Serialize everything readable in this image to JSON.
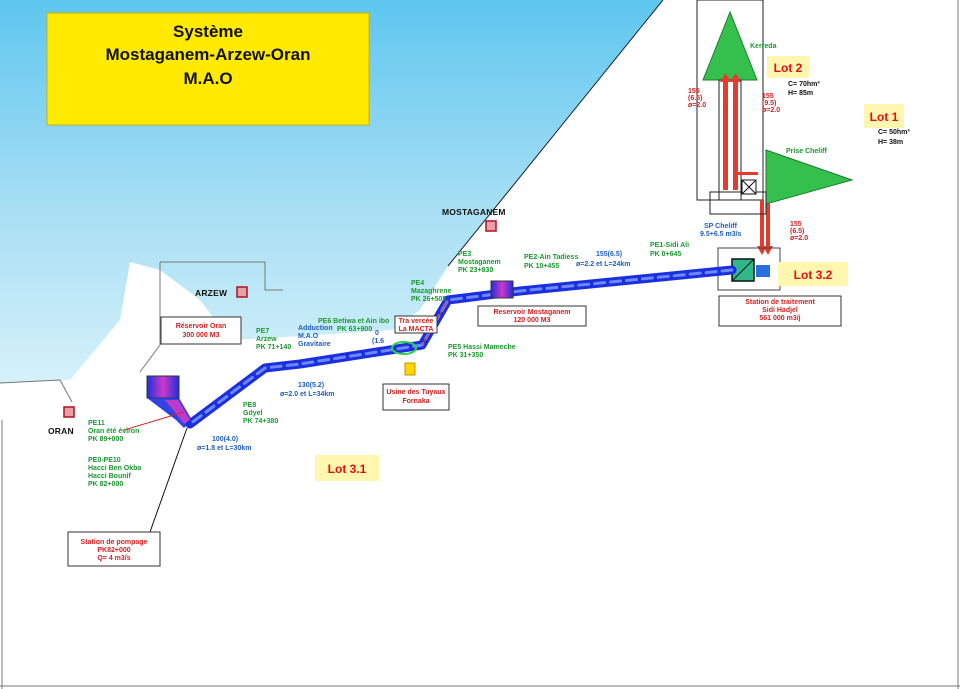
{
  "title": {
    "line1": "Système",
    "line2": "Mostaganem-Arzew-Oran",
    "line3": "M.A.O"
  },
  "places": {
    "mostaganem": "MOSTAGANEM",
    "arzew": "ARZEW",
    "oran": "ORAN"
  },
  "lots": {
    "lot1": {
      "label": "Lot 1",
      "capacity": "C= 50hm³",
      "height": "H= 38m"
    },
    "lot2": {
      "label": "Lot 2",
      "capacity": "C= 70hm³",
      "height": "H= 85m"
    },
    "lot31": {
      "label": "Lot 3.1"
    },
    "lot32": {
      "label": "Lot 3.2"
    }
  },
  "dams": {
    "kerreda": "Kerreda",
    "prise_cheliff": "Prise Cheliff"
  },
  "pipes": {
    "kerreda_down": [
      "155",
      "(6.5)",
      "ø=2.0"
    ],
    "kerreda_up": [
      "155",
      "(9.5)",
      "ø=2.0"
    ],
    "cheliff_to_station": [
      "155",
      "(6.5)",
      "ø=2.0"
    ],
    "sidi_ali_segment": "155(6.5)",
    "sidi_ali_segment_dim": "ø=2.2 et L=24km",
    "gdyel_segment": "130(5.2)",
    "gdyel_segment_dim": "ø=2.0 et L=34km",
    "oran_segment": "100(4.0)",
    "oran_segment_dim": "ø=1.8 et L=30km"
  },
  "sp_cheliff": [
    "SP Cheliff",
    "9.5+6.5 m3/s"
  ],
  "stations": {
    "traitement": [
      "Station de traitement",
      "Sidi Hadjel",
      "561  000 m3/j"
    ],
    "pompage": [
      "Station de pompage",
      "PK82+000",
      "Q= 4 m3/s"
    ],
    "usine": [
      "Usine des Tuyaux",
      "Fornaka"
    ],
    "res_oran": [
      "Réservoir Oran",
      "300 000 M3"
    ],
    "res_mostaganem": [
      "Reservoir Mostaganem",
      "120 000 M3"
    ],
    "traversee": [
      "Tra vercée",
      "La MACTA"
    ]
  },
  "pk_labels": {
    "pe1": [
      "PE1-Sidi Ali",
      "PK 0+645"
    ],
    "pe2": [
      "PE2-Ain Tadiess",
      "PK 10+455"
    ],
    "pe3": [
      "PE3",
      "Mostaganem",
      "PK 23+830"
    ],
    "pe4": [
      "PE4",
      "Mazaghrene",
      "PK 26+505"
    ],
    "pe5": [
      "PE5 Hassi Mameche",
      "PK 31+350"
    ],
    "pe6": [
      "PE6 Betiwa et Ain ibo",
      "PK 63+900"
    ],
    "adduction": [
      "Adduction",
      "M.A.O",
      "Gravitaire"
    ],
    "pe7": [
      "PE7",
      "Arzew",
      "PK 71+140"
    ],
    "pe8": [
      "PE8",
      "Gdyel",
      "PK 74+380"
    ],
    "pe11": [
      "PE11",
      "Oran été éviron",
      "PK 89+000"
    ],
    "pe0": [
      "PE0-PE10",
      "Hacci Ben Okba",
      "Hacci Bounif",
      "PK 82+000"
    ],
    "macta_val": [
      "0",
      "(1.6"
    ]
  },
  "colors": {
    "sea": "#3fb7e8",
    "sea_light": "#bfe8f6",
    "pipe_blue": "#1a2fe0",
    "pipe_red": "#e43b2e",
    "dam_green": "#35c04d",
    "accent_red": "#d42020"
  }
}
